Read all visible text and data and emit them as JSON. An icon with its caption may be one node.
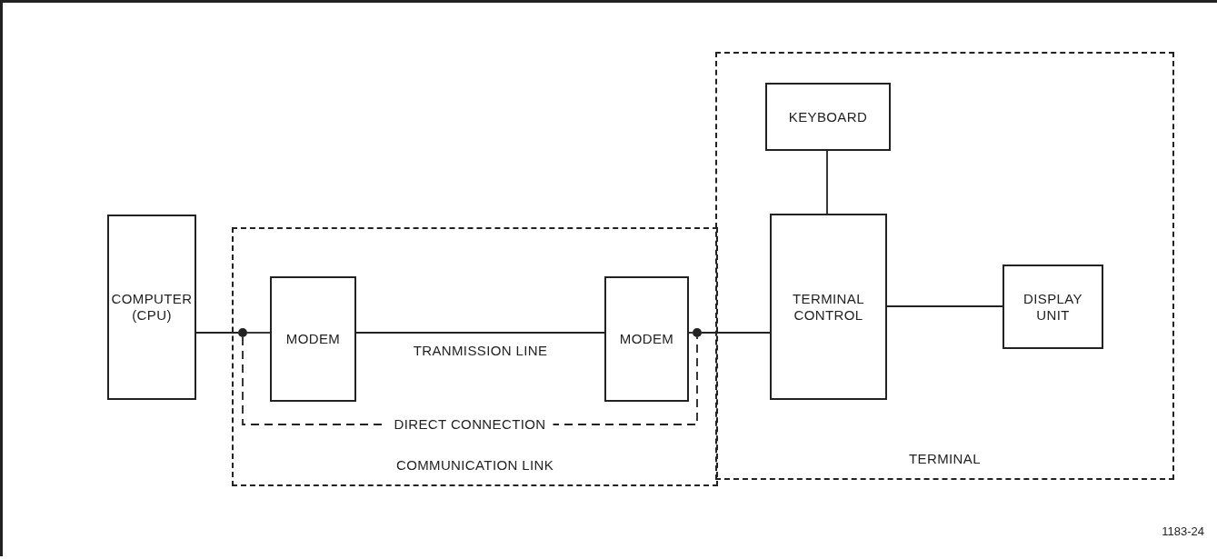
{
  "diagram": {
    "nodes": [
      {
        "text": [
          "COMMUNICATION LINK"
        ]
      },
      {
        "text": [
          "TERMINAL"
        ]
      },
      {
        "text": [
          "COMPUTER (CPU)"
        ]
      },
      {
        "text": [
          "MODEM"
        ],
        "in": 0
      },
      {
        "text": [
          "MODEM"
        ],
        "in": 0
      },
      {
        "text": [],
        "shape": "circle",
        "in": 0
      },
      {
        "text": [],
        "shape": "circle",
        "in": 0
      },
      {
        "text": [
          "KEYBOARD"
        ],
        "in": 1
      },
      {
        "text": [
          "TERMINAL CONTROL"
        ],
        "in": 1
      },
      {
        "text": [
          "DISPLAY UNIT"
        ],
        "in": 1
      }
    ],
    "edges": [
      {
        "from": 2,
        "to": 5,
        "arrow": "none"
      },
      {
        "from": 5,
        "to": 3,
        "arrow": "none"
      },
      {
        "from": 3,
        "to": 4,
        "arrow": "none",
        "label": "TRANMISSION LINE"
      },
      {
        "from": 4,
        "to": 6,
        "arrow": "none"
      },
      {
        "from": 6,
        "to": 8,
        "arrow": "none"
      },
      {
        "from": 5,
        "to": 6,
        "arrow": "none",
        "style": "dashed",
        "label": "DIRECT CONNECTION"
      },
      {
        "from": 7,
        "to": 8,
        "arrow": "none"
      },
      {
        "from": 8,
        "to": 9,
        "arrow": "none"
      }
    ],
    "labels": [
      "1183-24"
    ]
  }
}
